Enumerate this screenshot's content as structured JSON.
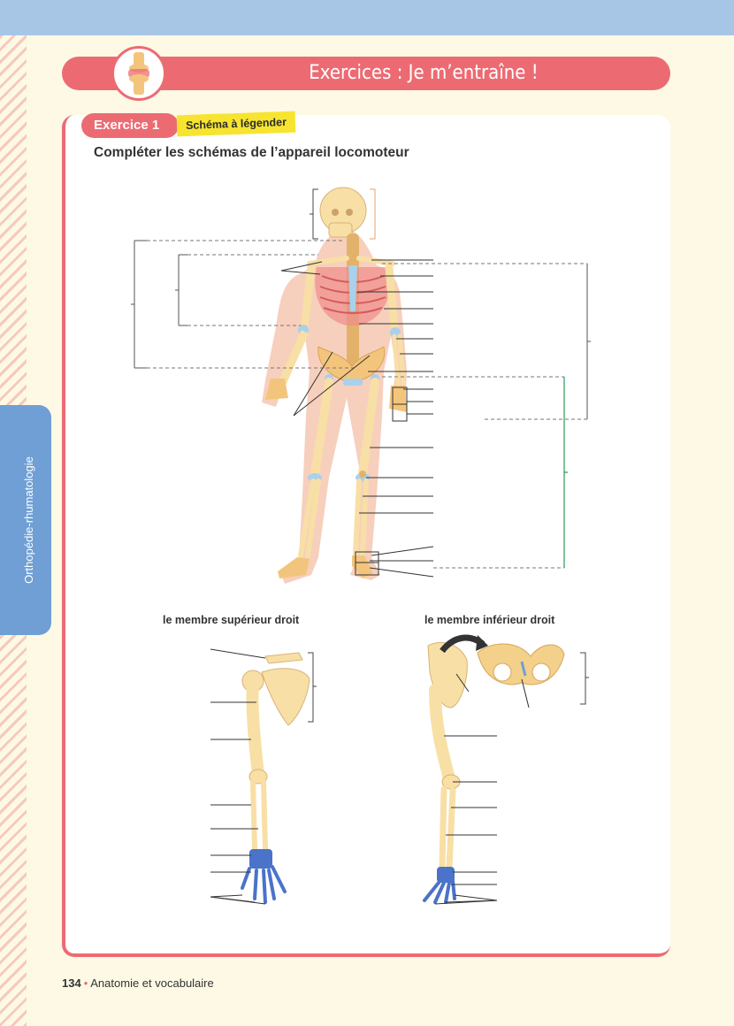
{
  "header": {
    "title": "Exercices : Je m’entraîne !",
    "icon": "knee-joint-icon"
  },
  "side_tab": {
    "label": "Orthopédie-rhumatologie"
  },
  "exercise": {
    "badge": "Exercice 1",
    "type": "Schéma à légender",
    "instruction": "Compléter les schémas de l’appareil locomoteur"
  },
  "figures": {
    "upper_limb_caption": "le membre supérieur droit",
    "lower_limb_caption": "le membre inférieur droit"
  },
  "footer": {
    "page_number": "134",
    "section": "Anatomie et vocabulaire"
  },
  "colors": {
    "accent": "#ec6b73",
    "topbar": "#a7c6e6",
    "side_tab": "#6f9fd4",
    "highlight": "#f7e430",
    "bone": "#f8dfa5",
    "cartilage": "#a9d0ec",
    "hand_bones": "#4a73c9"
  }
}
